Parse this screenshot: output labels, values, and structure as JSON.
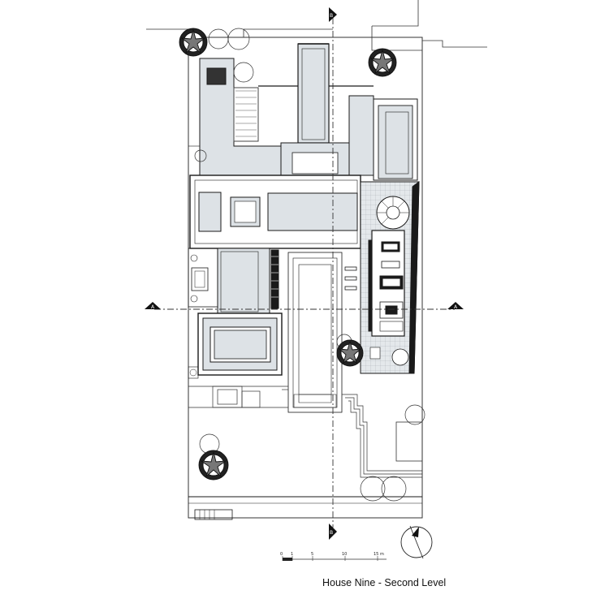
{
  "caption": "House Nine - Second Level",
  "section_markers": {
    "top": "B",
    "bottom": "B",
    "left": "A",
    "right": "A"
  },
  "scale_bar": [
    "0",
    "1",
    "5",
    "10",
    "15 m"
  ],
  "colors": {
    "line": "#1a1a1a",
    "fill": "#dde2e6",
    "background": "#ffffff"
  }
}
